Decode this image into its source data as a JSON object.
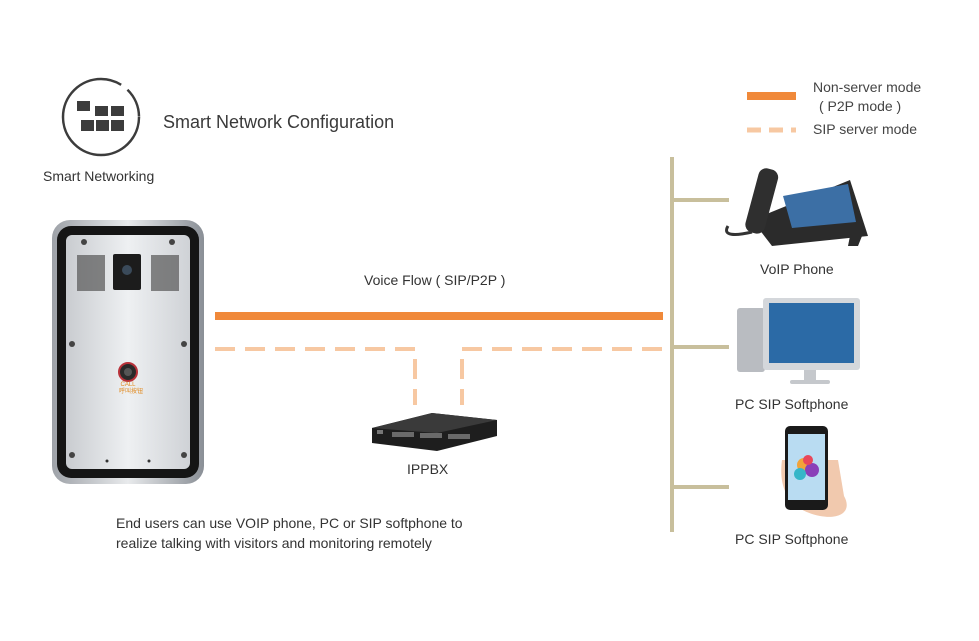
{
  "header": {
    "title": "Smart Network Configuration",
    "icon_label": "Smart Networking",
    "icon": "grid-blocks-icon"
  },
  "legend": {
    "solid_label_line1": "Non-server mode",
    "solid_label_line2": "( P2P mode )",
    "dashed_label": "SIP server mode"
  },
  "colors": {
    "solid_line": "#f0893a",
    "dashed_line": "#f7c8a2",
    "bus_line": "#c8bf9c",
    "icon_dark": "#3c3c3c"
  },
  "diagram": {
    "voice_flow_label": "Voice Flow ( SIP/P2P )",
    "ippbx_label": "IPPBX",
    "description_line1": "End users can use VOIP phone, PC or SIP softphone to",
    "description_line2": "realize talking with visitors and monitoring remotely",
    "door_station": {
      "button_text_1": "CALL",
      "button_text_2": "呼叫按钮"
    },
    "endpoints": [
      {
        "label": "VoIP Phone",
        "icon": "desk-phone-icon"
      },
      {
        "label": "PC SIP Softphone",
        "icon": "desktop-computer-icon"
      },
      {
        "label": "PC SIP Softphone",
        "icon": "smartphone-icon"
      }
    ]
  }
}
